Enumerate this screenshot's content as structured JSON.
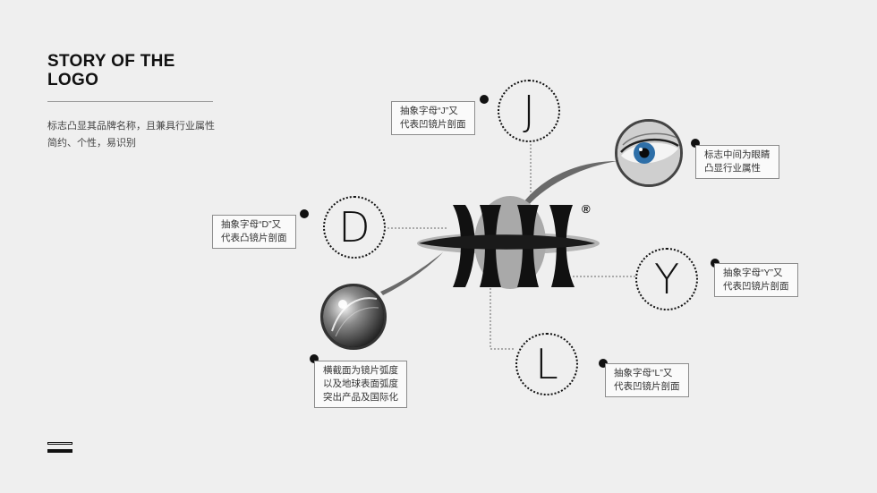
{
  "header": {
    "title_line1": "STORY OF THE",
    "title_line2": "LOGO",
    "desc_line1": "标志凸显其品牌名称，且兼具行业属性",
    "desc_line2": "简约、个性，易识别"
  },
  "logo": {
    "registered_mark": "®"
  },
  "nodes": {
    "j": {
      "letter": "J",
      "label_line1": "抽象字母“J”又",
      "label_line2": "代表凹镜片剖面"
    },
    "d": {
      "letter": "D",
      "label_line1": "抽象字母“D”又",
      "label_line2": "代表凸镜片剖面"
    },
    "y": {
      "letter": "Y",
      "label_line1": "抽象字母“Y”又",
      "label_line2": "代表凹镜片剖面"
    },
    "l": {
      "letter": "L",
      "label_line1": "抽象字母“L”又",
      "label_line2": "代表凹镜片剖面"
    },
    "eye": {
      "label_line1": "标志中间为眼睛",
      "label_line2": "凸显行业属性"
    },
    "lens": {
      "label_line1": "横截面为镜片弧度",
      "label_line2": "以及地球表面弧度",
      "label_line3": "突出产品及国际化"
    }
  },
  "colors": {
    "background": "#efefef",
    "ink": "#111111",
    "iris": "#2e6fa8"
  },
  "icons": {
    "footer": "menu-bars-icon",
    "eye": "eye-photo-icon",
    "lens": "lens-sphere-icon"
  }
}
